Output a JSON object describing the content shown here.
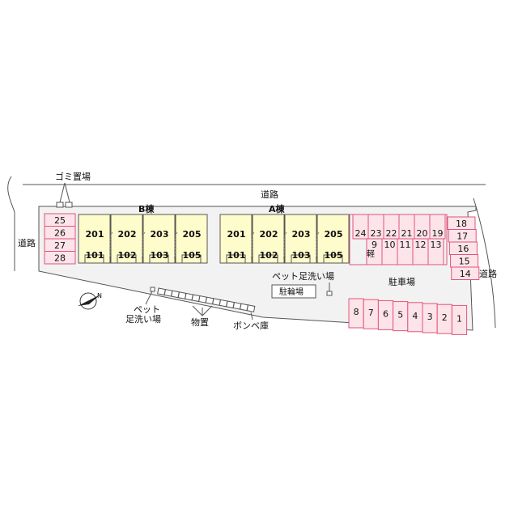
{
  "colors": {
    "lot_fill": "#f2f2f2",
    "building_fill": "#fffccc",
    "parking_fill": "#fde4ea",
    "parking_stroke": "#e0557a",
    "outline": "#555555"
  },
  "labels": {
    "road_top": "道路",
    "road_left": "道路",
    "road_right": "道路",
    "garbage": "ゴミ置場",
    "building_b": "B棟",
    "building_a": "A棟",
    "pet_wash_right": "ペット足洗い場",
    "bicycle": "駐輪場",
    "parking": "駐車場",
    "pet_wash_left_1": "ペット",
    "pet_wash_left_2": "足洗い場",
    "storage": "物置",
    "gas": "ボンベ庫",
    "kei": "軽"
  },
  "building_b_units": [
    {
      "upper": "201",
      "lower": "101"
    },
    {
      "upper": "202",
      "lower": "102"
    },
    {
      "upper": "203",
      "lower": "103"
    },
    {
      "upper": "205",
      "lower": "105"
    }
  ],
  "building_a_units": [
    {
      "upper": "201",
      "lower": "101"
    },
    {
      "upper": "202",
      "lower": "102"
    },
    {
      "upper": "203",
      "lower": "103"
    },
    {
      "upper": "205",
      "lower": "105"
    }
  ],
  "parking_left": [
    "25",
    "26",
    "27",
    "28"
  ],
  "parking_grid_top": [
    "24",
    "23",
    "22",
    "21",
    "20",
    "19"
  ],
  "parking_grid_bottom": [
    "9",
    "10",
    "11",
    "12",
    "13"
  ],
  "parking_right": [
    "18",
    "17",
    "16",
    "15",
    "14"
  ],
  "parking_bottom": [
    "8",
    "7",
    "6",
    "5",
    "4",
    "3",
    "2",
    "1"
  ]
}
